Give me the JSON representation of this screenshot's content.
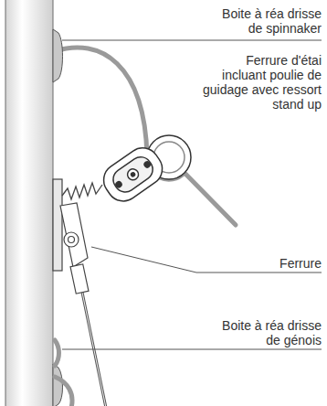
{
  "diagram": {
    "labels": [
      "Boite à réa drisse de spinnaker",
      "Ferrure d'étai incluant poulie de guidage avec ressort stand up",
      "Ferrure",
      "Boite à réa drisse de génois"
    ]
  }
}
